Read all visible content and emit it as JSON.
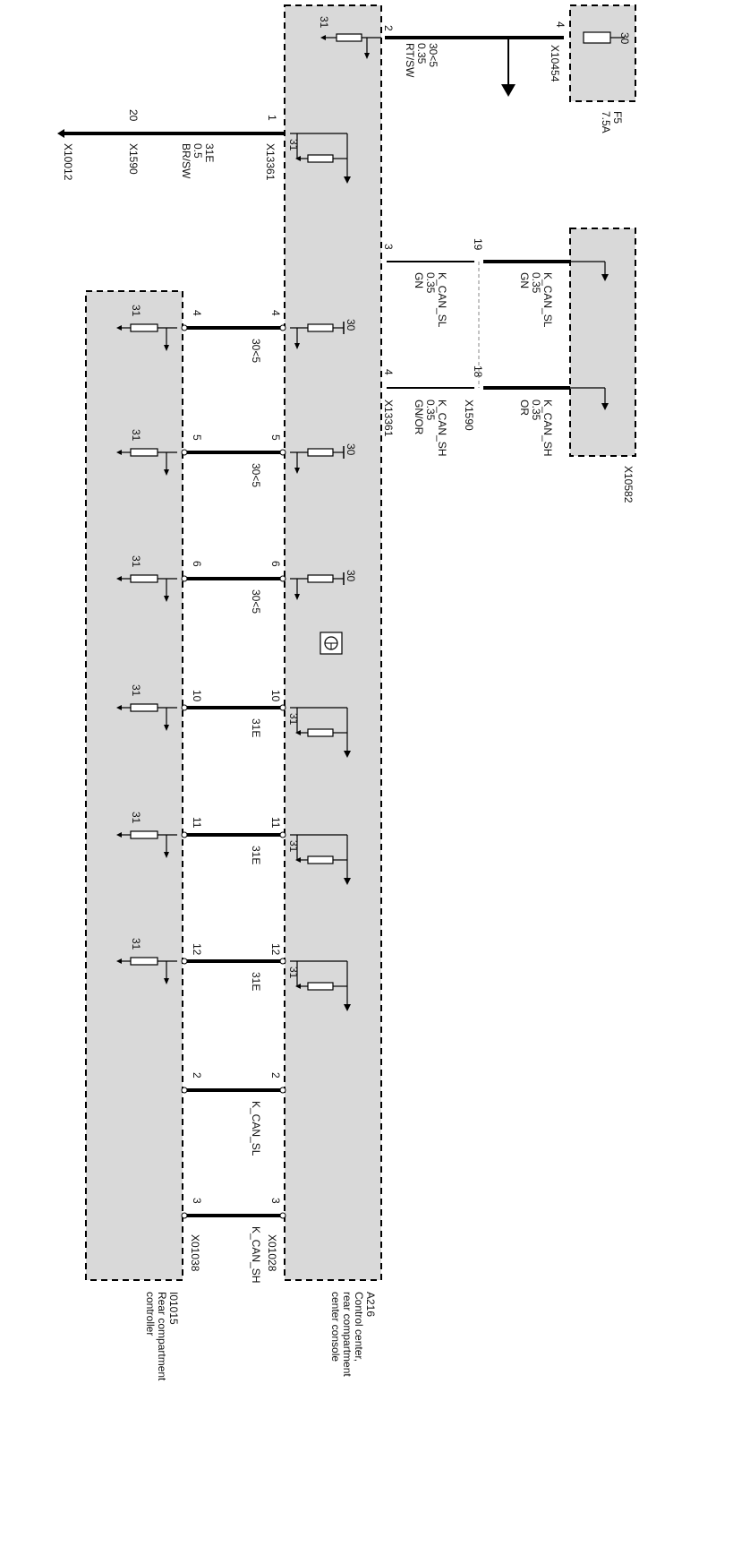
{
  "components": {
    "a216": {
      "code": "A216",
      "name": [
        "Control center,",
        "rear compartment",
        "center console"
      ]
    },
    "i01015": {
      "code": "I01015",
      "name": [
        "Rear compartment",
        "controller"
      ]
    },
    "x10582": {
      "code": "X10582"
    },
    "fuse": {
      "code": "F5",
      "rating": "7.5A",
      "terminal": "30",
      "pin": "4",
      "connector": "X10454"
    }
  },
  "connectors": {
    "x13361": "X13361",
    "x1590": "X1590",
    "x10012": "X10012",
    "x01028": "X01028",
    "x01038": "X01038"
  },
  "wires": {
    "supply": {
      "pin": "2",
      "signal": "30<5",
      "gauge": "0.35",
      "color": "RT/SW"
    },
    "ground": {
      "pin_left": "20",
      "pin_right": "1",
      "signal": "31E",
      "gauge": "0.5",
      "color": "BR/SW"
    },
    "can_sl_a216": {
      "pin": "3",
      "signal": "K_CAN_SL",
      "gauge": "0.35",
      "color": "GN"
    },
    "can_sh_a216": {
      "pin": "4",
      "signal": "K_CAN_SH",
      "gauge": "0.35",
      "color": "GN/OR"
    },
    "can_sl_x10582": {
      "pin": "19",
      "signal": "K_CAN_SL",
      "gauge": "0.35",
      "color": "GN"
    },
    "can_sh_x10582": {
      "pin": "18",
      "signal": "K_CAN_SH",
      "gauge": "0.35",
      "color": "OR"
    }
  },
  "links": [
    {
      "pin": "4",
      "label": "30<5"
    },
    {
      "pin": "5",
      "label": "30<5"
    },
    {
      "pin": "6",
      "label": "30<5"
    },
    {
      "pin": "10",
      "label": "31E"
    },
    {
      "pin": "11",
      "label": "31E"
    },
    {
      "pin": "12",
      "label": "31E"
    },
    {
      "pin": "2",
      "label": "K_CAN_SL"
    },
    {
      "pin": "3",
      "label": "K_CAN_SH"
    }
  ],
  "terminals": {
    "t30": "30",
    "t31": "31"
  }
}
